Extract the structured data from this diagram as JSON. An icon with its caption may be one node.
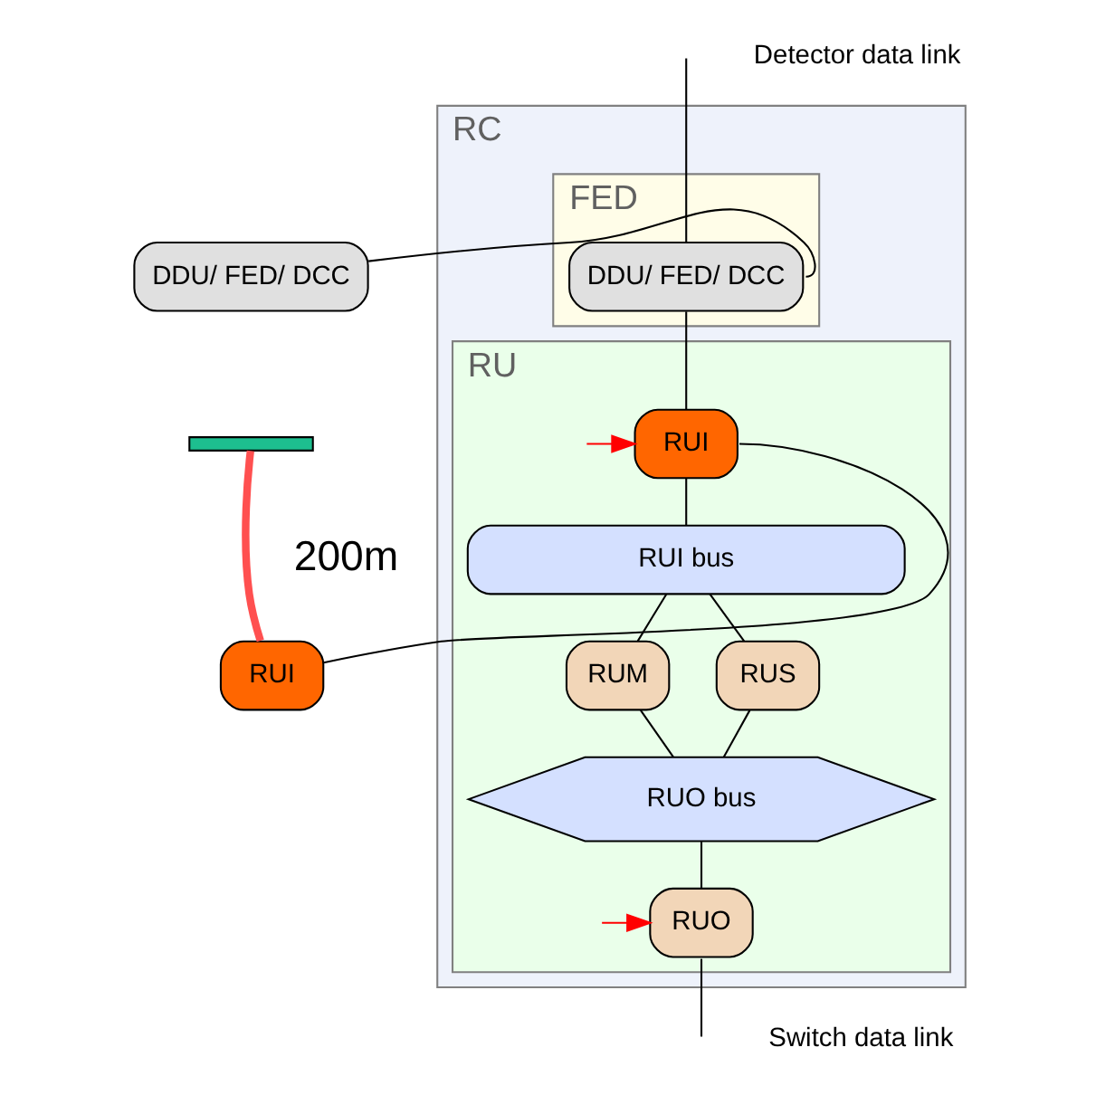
{
  "diagram": {
    "nodes": [
      {
        "text": [
          "RC"
        ]
      },
      {
        "text": [
          "FED"
        ],
        "in": 0
      },
      {
        "text": [
          "DDU/ FED/ DCC"
        ],
        "in": 1
      },
      {
        "text": [
          "RU"
        ],
        "in": 0
      },
      {
        "text": [
          "RUI"
        ],
        "in": 3
      },
      {
        "text": [
          "RUI bus"
        ],
        "in": 3
      },
      {
        "text": [
          "RUM"
        ],
        "in": 3
      },
      {
        "text": [
          "RUS"
        ],
        "in": 3
      },
      {
        "text": [
          "RUO bus"
        ],
        "in": 3
      },
      {
        "text": [
          "RUO"
        ],
        "in": 3
      },
      {
        "text": [
          "DDU/ FED/ DCC"
        ]
      },
      {
        "text": [],
        "shape": "bar"
      },
      {
        "text": [
          "RUI"
        ]
      }
    ],
    "edges": [
      {
        "from": null,
        "to": 2,
        "arrow": "none"
      },
      {
        "from": 2,
        "to": 4,
        "arrow": "none"
      },
      {
        "from": 4,
        "to": 5,
        "arrow": "none"
      },
      {
        "from": 5,
        "to": 6,
        "arrow": "none"
      },
      {
        "from": 5,
        "to": 7,
        "arrow": "none"
      },
      {
        "from": 6,
        "to": 8,
        "arrow": "none"
      },
      {
        "from": 7,
        "to": 8,
        "arrow": "none"
      },
      {
        "from": 8,
        "to": 9,
        "arrow": "none"
      },
      {
        "from": 9,
        "to": null,
        "arrow": "none"
      },
      {
        "from": null,
        "to": 4,
        "arrow": "to",
        "color": "#ff0000"
      },
      {
        "from": null,
        "to": 9,
        "arrow": "to",
        "color": "#ff0000"
      },
      {
        "from": 2,
        "to": 10,
        "arrow": "none"
      },
      {
        "from": 4,
        "to": 12,
        "arrow": "none"
      },
      {
        "from": 11,
        "to": 12,
        "arrow": "none",
        "style": "thick",
        "color": "#ff5050"
      }
    ],
    "labels": [
      "Detector data link",
      "200m",
      "Switch data link"
    ]
  }
}
